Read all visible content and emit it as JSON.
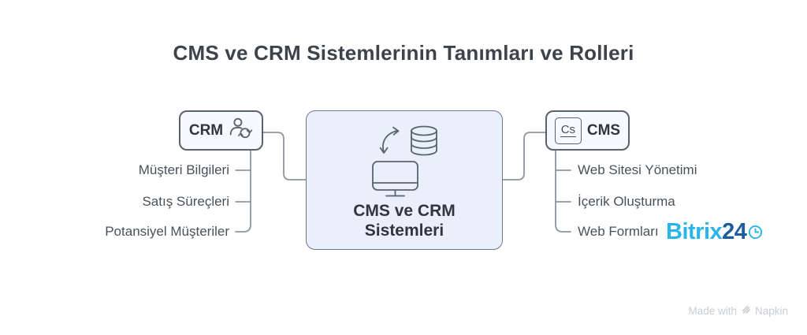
{
  "title": "CMS ve CRM Sistemlerinin Tanımları ve Rolleri",
  "center": {
    "label_lines": [
      "CMS ve CRM",
      "Sistemleri"
    ],
    "icons": [
      "sync-arrow-icon",
      "database-icon",
      "monitor-icon"
    ]
  },
  "crm": {
    "label": "CRM",
    "icon": "person-sync-icon",
    "items": [
      "Müşteri Bilgileri",
      "Satış Süreçleri",
      "Potansiyel Müşteriler"
    ]
  },
  "cms": {
    "label": "CMS",
    "badge_text": "Cs",
    "items": [
      "Web Sitesi Yönetimi",
      "İçerik Oluşturma",
      "Web Formları"
    ]
  },
  "branding": {
    "bitrix_part1": "Bitrix",
    "bitrix_part2": "24",
    "clock_icon": "clock-icon"
  },
  "watermark": {
    "prefix": "Made with",
    "brand": "Napkin"
  },
  "colors": {
    "bitrix_light_blue": "#29B5E8",
    "bitrix_dark_blue": "#1A5DA0",
    "center_box_fill": "#E9EFFB",
    "side_box_fill": "#F6F9FE",
    "box_border": "#59626E",
    "connector_line": "#8D959E",
    "title_text": "#3C434B",
    "body_text": "#49525B",
    "watermark_gray": "#C8CDD2"
  }
}
